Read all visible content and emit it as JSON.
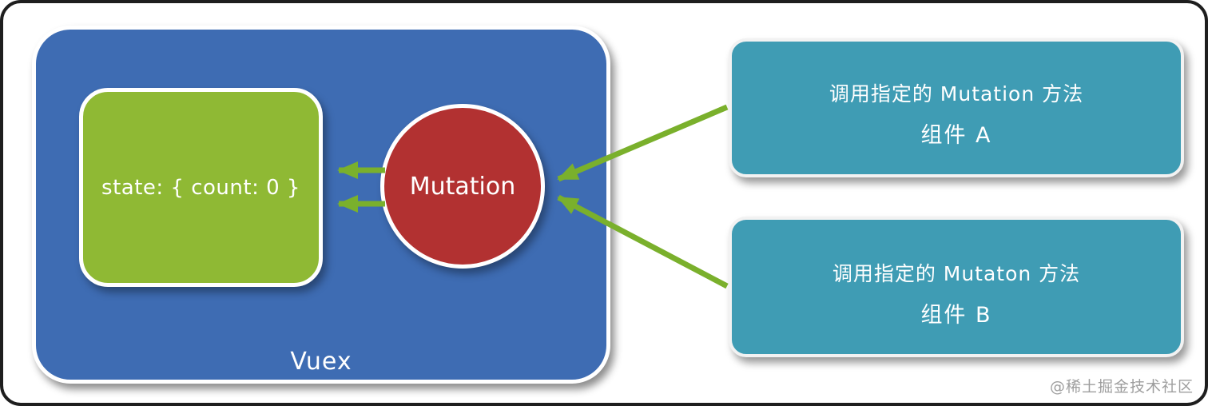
{
  "diagram": {
    "vuex": {
      "label": "Vuex"
    },
    "state": {
      "label": "state: { count: 0 }"
    },
    "mutation": {
      "label": "Mutation"
    },
    "component_a": {
      "action": "调用指定的 Mutation 方法",
      "name": "组件 A"
    },
    "component_b": {
      "action": "调用指定的 Mutaton 方法",
      "name": "组件 B"
    }
  },
  "watermark": "@稀土掘金技术社区",
  "colors": {
    "vuex_blue": "#3e6cb3",
    "state_green": "#8fb934",
    "mutation_red": "#b23131",
    "component_teal": "#3f9cb4",
    "arrow_green": "#7ab02c",
    "frame_dark": "#1e1e1e"
  }
}
